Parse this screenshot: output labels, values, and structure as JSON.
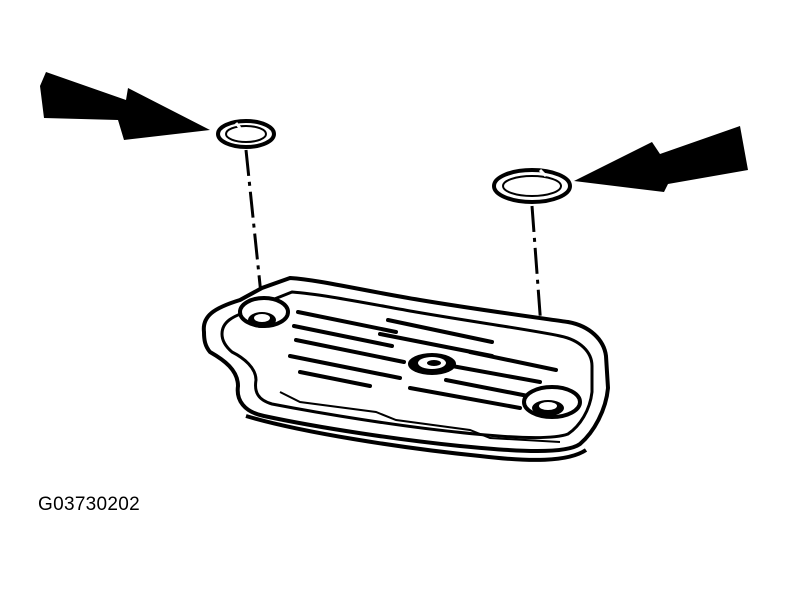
{
  "figure": {
    "id_label": "G03730202",
    "subject": "transmission-filter-seal-rings",
    "callouts": [
      {
        "name": "left-seal-ring",
        "pointer": "left-arrow"
      },
      {
        "name": "right-seal-ring",
        "pointer": "right-arrow"
      }
    ]
  },
  "colors": {
    "ink": "#000000",
    "paper": "#ffffff"
  }
}
